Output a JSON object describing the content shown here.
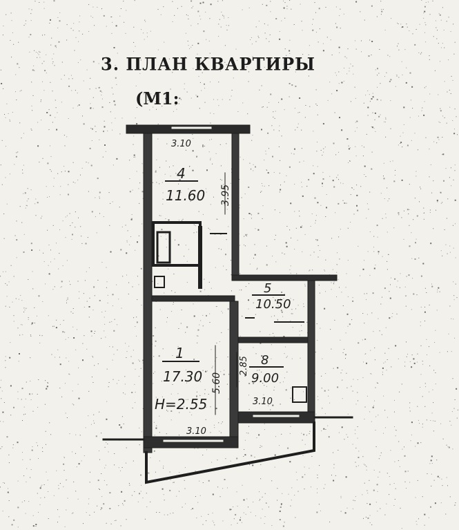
{
  "header": {
    "title": "3. ПЛАН КВАРТИРЫ",
    "scale": "(М1:"
  },
  "rooms": [
    {
      "number": "4",
      "area": "11.60"
    },
    {
      "number": "5",
      "area": "10.50"
    },
    {
      "number": "1",
      "area": "17.30"
    },
    {
      "number": "8",
      "area": "9.00"
    }
  ],
  "dimensions": {
    "top_width": "3.10",
    "room4_height": "3.95",
    "room1_height": "5.60",
    "room8_height": "2.85",
    "room8_width": "3.10",
    "bottom_width": "3.10"
  },
  "ceiling_height": "Н=2.55",
  "colors": {
    "ink": "#1e1e1e",
    "paper": "#f2f1ec"
  }
}
